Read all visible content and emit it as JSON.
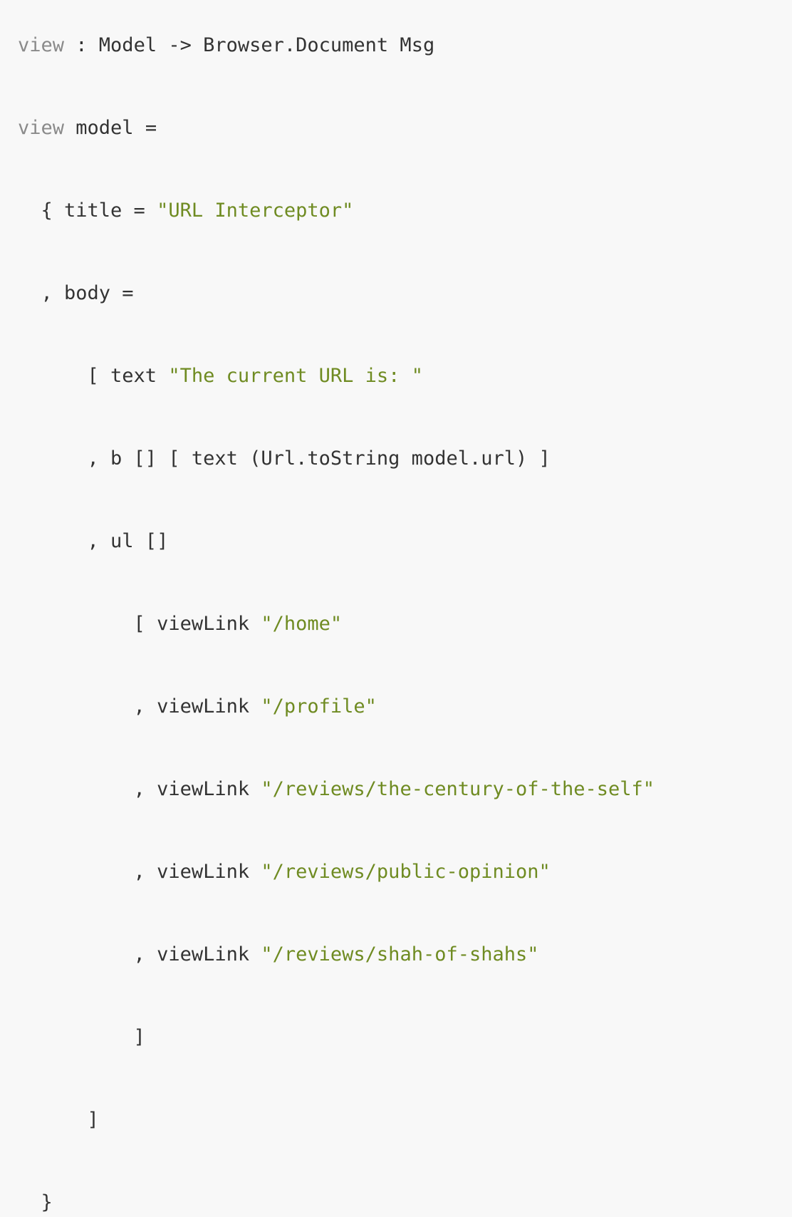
{
  "theme": {
    "background": "#f8f8f8",
    "plain_text": "#333333",
    "definition_name": "#8a8a8a",
    "string_literal": "#6f8b22"
  },
  "code": {
    "lines": [
      {
        "tokens": [
          {
            "type": "def",
            "text": "view"
          },
          {
            "type": "plain",
            "text": " : Model -> Browser.Document Msg"
          }
        ]
      },
      {
        "tokens": [
          {
            "type": "def",
            "text": "view"
          },
          {
            "type": "plain",
            "text": " model ="
          }
        ]
      },
      {
        "tokens": [
          {
            "type": "plain",
            "text": "  { title = "
          },
          {
            "type": "str",
            "text": "\"URL Interceptor\""
          }
        ]
      },
      {
        "tokens": [
          {
            "type": "plain",
            "text": "  , body ="
          }
        ]
      },
      {
        "tokens": [
          {
            "type": "plain",
            "text": "      [ text "
          },
          {
            "type": "str",
            "text": "\"The current URL is: \""
          }
        ]
      },
      {
        "tokens": [
          {
            "type": "plain",
            "text": "      , b [] [ text (Url.toString model.url) ]"
          }
        ]
      },
      {
        "tokens": [
          {
            "type": "plain",
            "text": "      , ul []"
          }
        ]
      },
      {
        "tokens": [
          {
            "type": "plain",
            "text": "          [ viewLink "
          },
          {
            "type": "str",
            "text": "\"/home\""
          }
        ]
      },
      {
        "tokens": [
          {
            "type": "plain",
            "text": "          , viewLink "
          },
          {
            "type": "str",
            "text": "\"/profile\""
          }
        ]
      },
      {
        "tokens": [
          {
            "type": "plain",
            "text": "          , viewLink "
          },
          {
            "type": "str",
            "text": "\"/reviews/the-century-of-the-self\""
          }
        ]
      },
      {
        "tokens": [
          {
            "type": "plain",
            "text": "          , viewLink "
          },
          {
            "type": "str",
            "text": "\"/reviews/public-opinion\""
          }
        ]
      },
      {
        "tokens": [
          {
            "type": "plain",
            "text": "          , viewLink "
          },
          {
            "type": "str",
            "text": "\"/reviews/shah-of-shahs\""
          }
        ]
      },
      {
        "tokens": [
          {
            "type": "plain",
            "text": "          ]"
          }
        ]
      },
      {
        "tokens": [
          {
            "type": "plain",
            "text": "      ]"
          }
        ]
      },
      {
        "tokens": [
          {
            "type": "plain",
            "text": "  }"
          }
        ]
      }
    ]
  }
}
